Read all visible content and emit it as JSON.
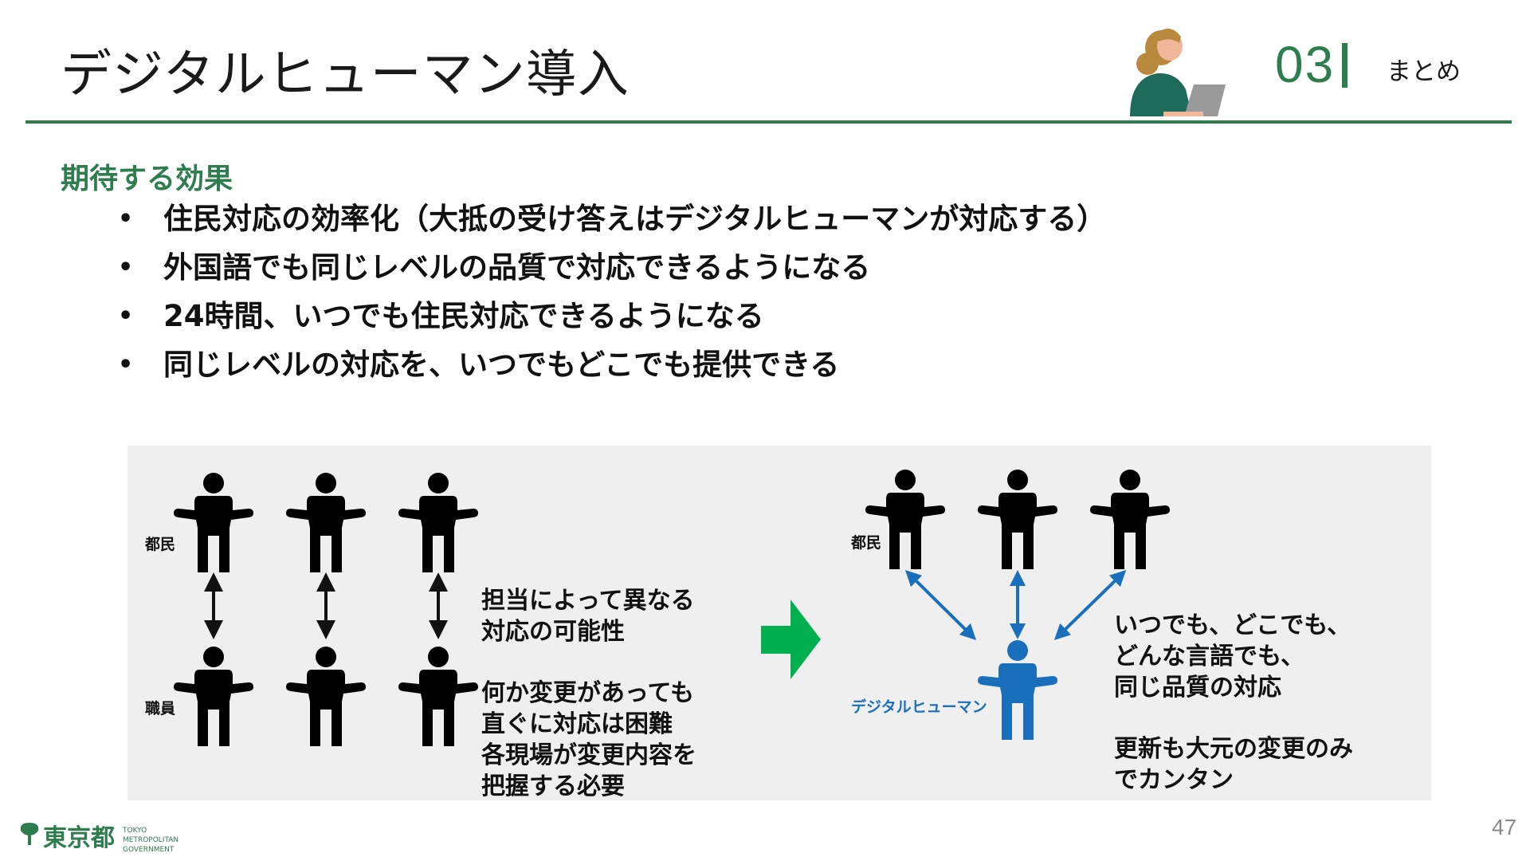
{
  "header": {
    "title": "デジタルヒューマン導入",
    "section_number": "03",
    "section_label": "まとめ",
    "accent_color": "#2e7d4f"
  },
  "effects": {
    "heading": "期待する効果",
    "items": [
      "住民対応の効率化（大抵の受け答えはデジタルヒューマンが対応する）",
      "外国語でも同じレベルの品質で対応できるようになる",
      "24時間、いつでも住民対応できるようになる",
      "同じレベルの対応を、いつでもどこでも提供できる"
    ]
  },
  "diagram": {
    "left": {
      "citizen_label": "都民",
      "staff_label": "職員",
      "text1": "担当によって異なる\n対応の可能性",
      "text2": "何か変更があっても\n直ぐに対応は困難\n各現場が変更内容を\n把握する必要"
    },
    "right": {
      "citizen_label": "都民",
      "dh_label": "デジタルヒューマン",
      "text1": "いつでも、どこでも、\nどんな言語でも、\n同じ品質の対応",
      "text2": "更新も大元の変更のみ\nでカンタン"
    },
    "arrow_color": "#00b050",
    "dh_color": "#1a6fbd"
  },
  "footer": {
    "logo_text": "東京都",
    "logo_sub": "TOKYO METROPOLITAN GOVERNMENT",
    "page_number": "47"
  }
}
